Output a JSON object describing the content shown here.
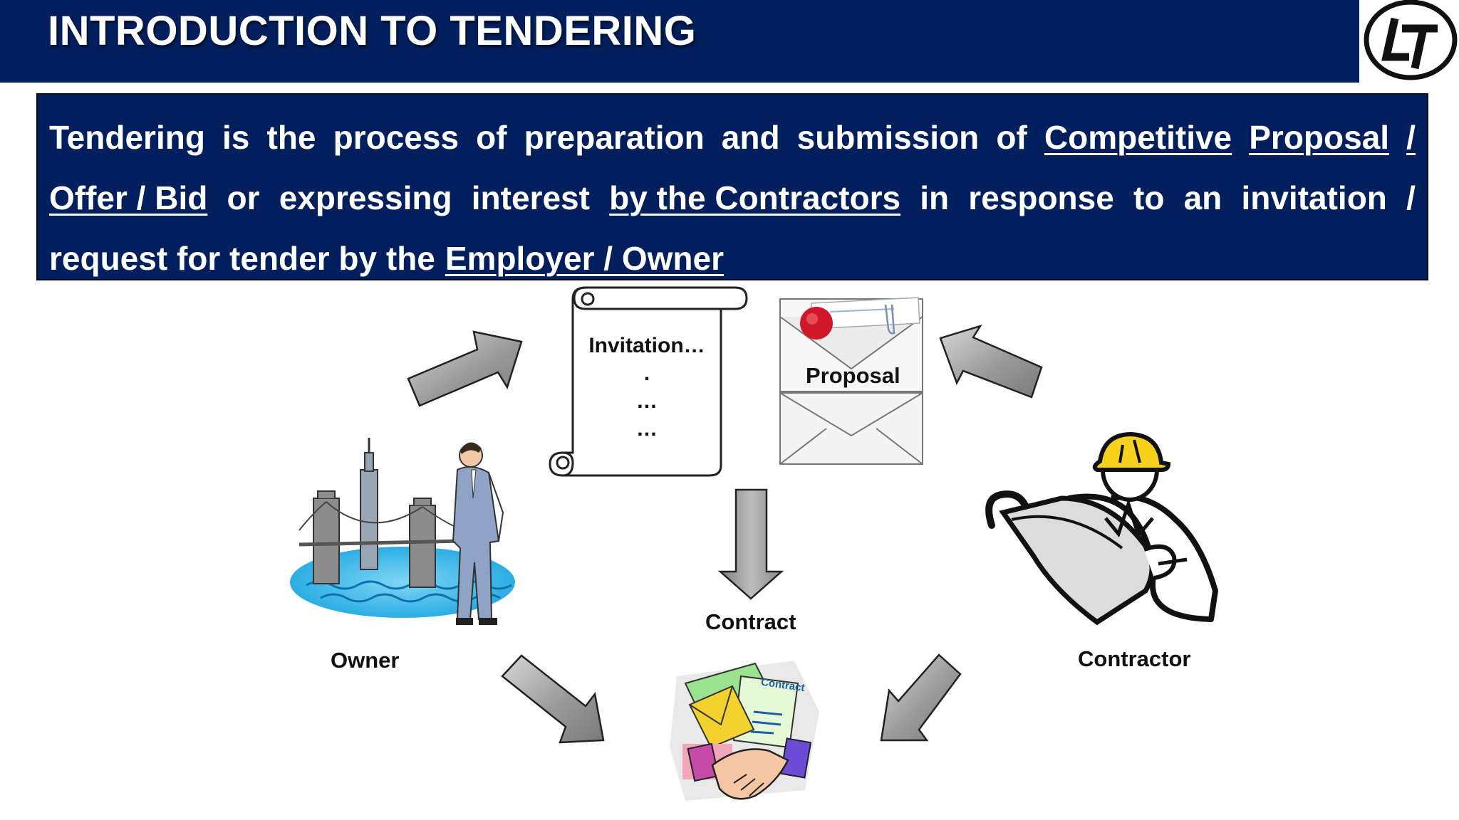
{
  "title": "INTRODUCTION TO TENDERING",
  "definition": {
    "line1": [
      "Tendering",
      "is",
      "the",
      "process",
      "of",
      "preparation",
      "and",
      "submission",
      "of",
      "Competitive",
      "Proposal",
      "/"
    ],
    "line1_underlined_from": 9,
    "line2_a": "Offer / Bid",
    "line2_b": [
      "or",
      "expressing",
      "interest"
    ],
    "line2_c": "by the Contractors",
    "line2_d": [
      "in",
      "response",
      "to",
      "an",
      "invitation",
      "/"
    ],
    "line3_a": "request for tender by the",
    "line3_b": "Employer / Owner"
  },
  "diagram": {
    "invitation_lines": [
      "Invitation…",
      ".",
      "…",
      "…"
    ],
    "proposal_label": "Proposal",
    "contract_label": "Contract",
    "owner_label": "Owner",
    "contractor_label": "Contractor",
    "contract_doc_text": "Contract"
  },
  "colors": {
    "navy": "#001f5c",
    "arrow_gray": "#a0a0a0",
    "water": "#27b4ea",
    "hard_hat": "#f7d21c",
    "wax_seal": "#d1182b"
  }
}
